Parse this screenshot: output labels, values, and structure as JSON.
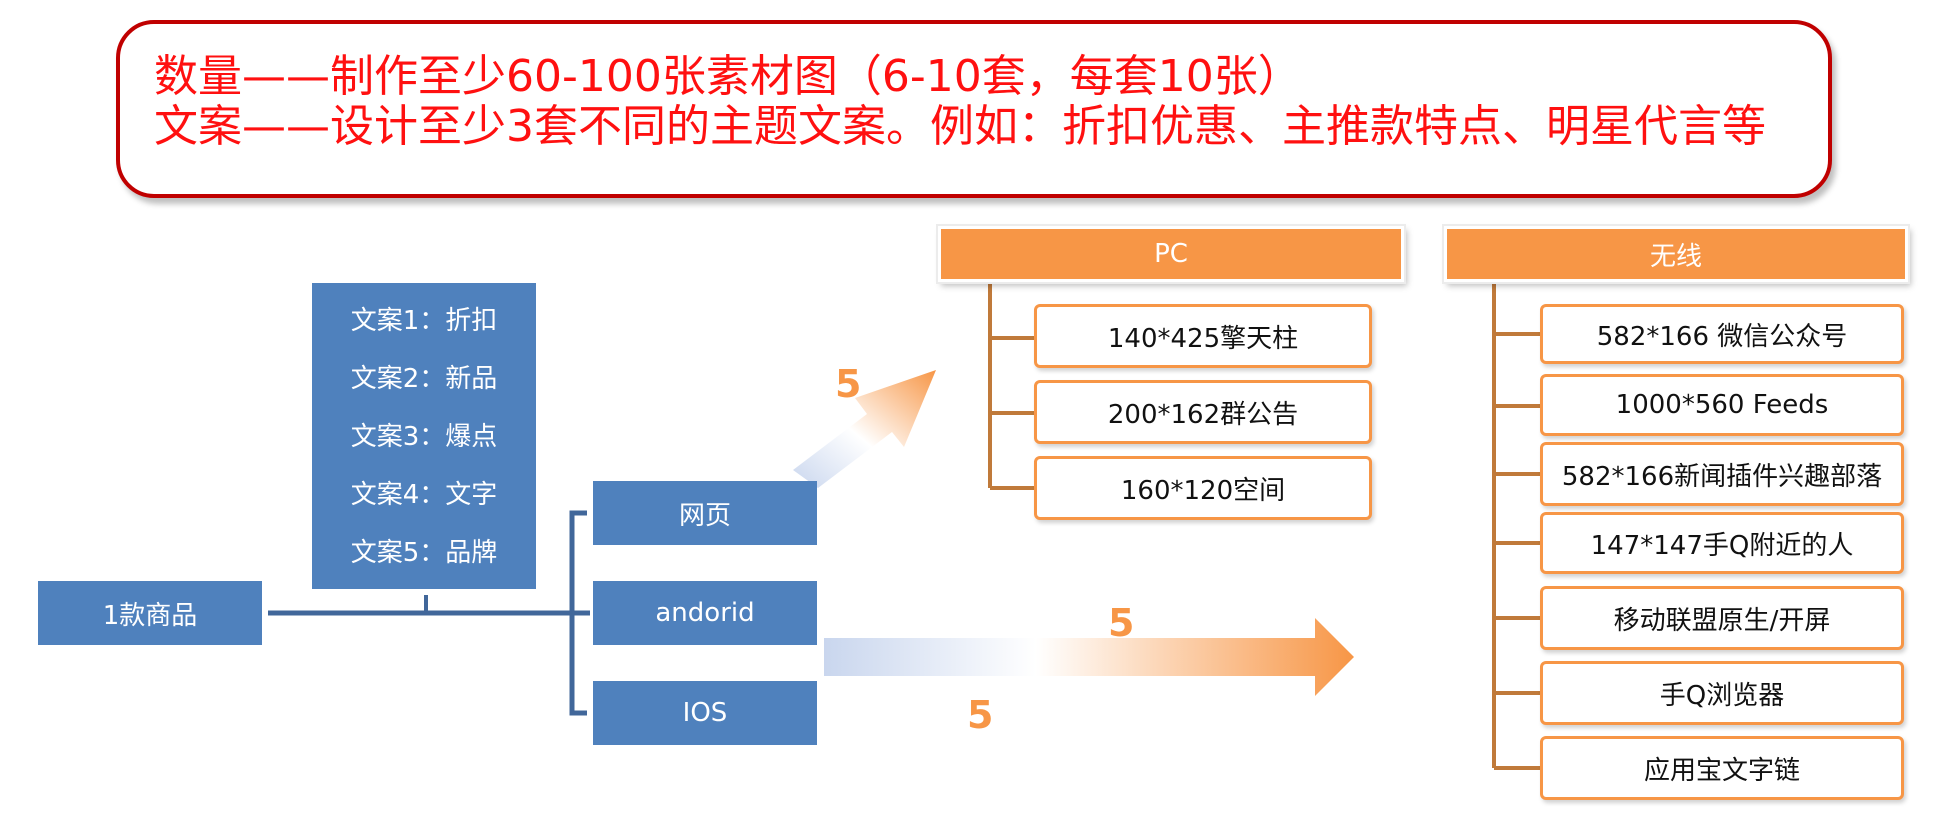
{
  "requirements": {
    "line1": "数量——制作至少60-100张素材图（6-10套，每套10张）",
    "line2": "文案——设计至少3套不同的主题文案。例如：折扣优惠、主推款特点、明星代言等"
  },
  "product": {
    "label": "1款商品"
  },
  "copies": [
    {
      "label": "文案1：折扣"
    },
    {
      "label": "文案2：新品"
    },
    {
      "label": "文案3：爆点"
    },
    {
      "label": "文案4：文字"
    },
    {
      "label": "文案5：品牌"
    }
  ],
  "platforms": [
    {
      "label": "网页"
    },
    {
      "label": "andorid"
    },
    {
      "label": "IOS"
    }
  ],
  "arrow_labels": {
    "pc": "5",
    "wireless_top": "5",
    "wireless_bottom": "5"
  },
  "pc": {
    "title": "PC",
    "items": [
      {
        "label": "140*425擎天柱"
      },
      {
        "label": "200*162群公告"
      },
      {
        "label": "160*120空间"
      }
    ]
  },
  "wireless": {
    "title": "无线",
    "items": [
      {
        "label": "582*166 微信公众号"
      },
      {
        "label": "1000*560 Feeds"
      },
      {
        "label": "582*166新闻插件兴趣部落"
      },
      {
        "label": "147*147手Q附近的人"
      },
      {
        "label": "移动联盟原生/开屏"
      },
      {
        "label": "手Q浏览器"
      },
      {
        "label": "应用宝文字链"
      }
    ]
  },
  "colors": {
    "requirement_text": "#ff1010",
    "requirement_border": "#c00000",
    "blue": "#4f81bd",
    "orange": "#f79646",
    "tree_line": "#c07a3a"
  }
}
